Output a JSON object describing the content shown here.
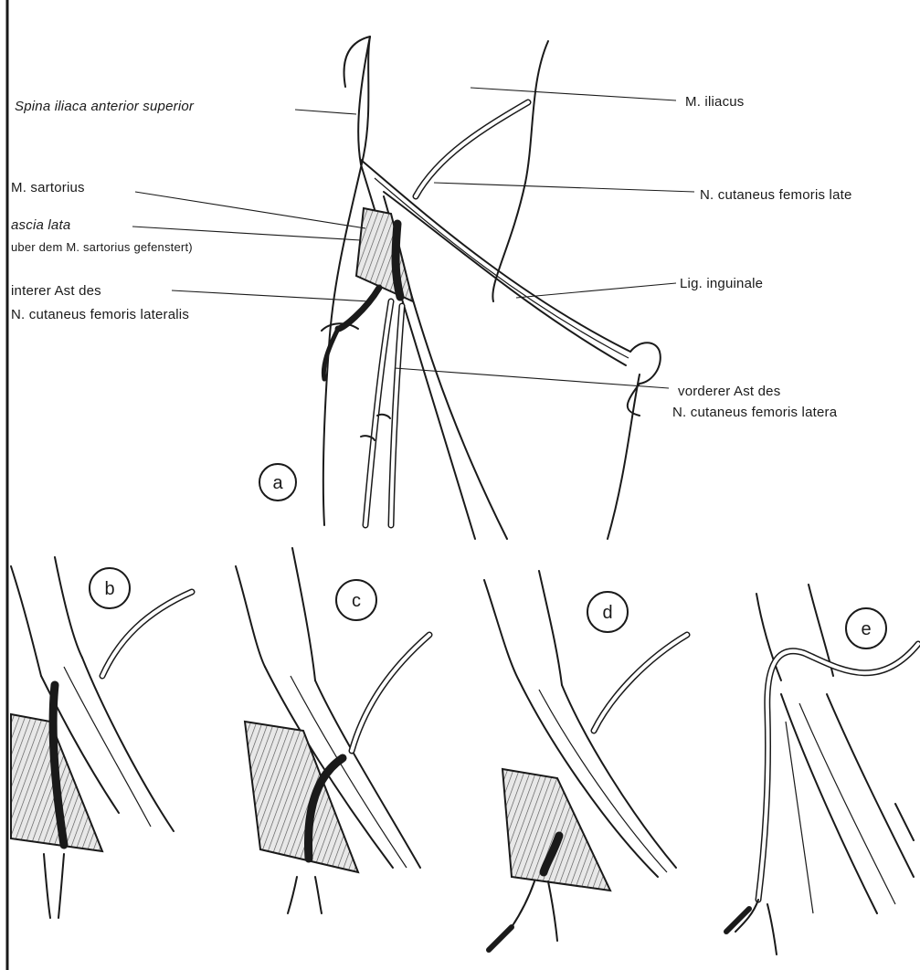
{
  "figure": {
    "panel_a": {
      "letter": "a",
      "labels": {
        "spina": "Spina iliaca anterior superior",
        "iliacus": "M. iliacus",
        "sartorius": "M. sartorius",
        "n_cut_lat": "N. cutaneus femoris late",
        "fascia_1": "ascia lata",
        "fascia_2": "uber dem M. sartorius gefenstert)",
        "lig": "Lig. inguinale",
        "hint_1": "interer Ast des",
        "hint_2": "N. cutaneus femoris lateralis",
        "vord_1": "vorderer Ast des",
        "vord_2": "N. cutaneus femoris latera"
      }
    },
    "panels": [
      {
        "letter": "b"
      },
      {
        "letter": "c"
      },
      {
        "letter": "d"
      },
      {
        "letter": "e"
      }
    ]
  }
}
